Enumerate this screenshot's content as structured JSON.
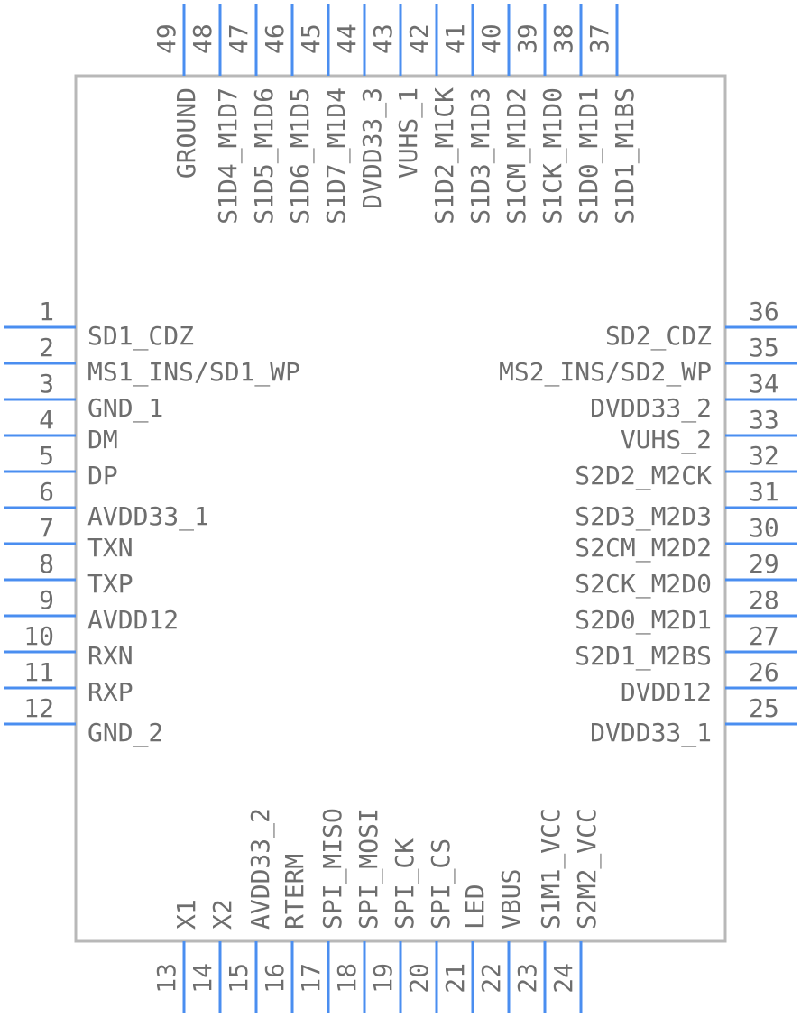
{
  "colors": {
    "pin": "#4a8ef0",
    "body_outline": "#b8b8b8",
    "text": "#6e6e6e"
  },
  "pins": {
    "left": [
      {
        "num": "1",
        "name": "SD1_CDZ"
      },
      {
        "num": "2",
        "name": "MS1_INS/SD1_WP"
      },
      {
        "num": "3",
        "name": "GND_1"
      },
      {
        "num": "4",
        "name": "DM"
      },
      {
        "num": "5",
        "name": "DP"
      },
      {
        "num": "6",
        "name": "AVDD33_1"
      },
      {
        "num": "7",
        "name": "TXN"
      },
      {
        "num": "8",
        "name": "TXP"
      },
      {
        "num": "9",
        "name": "AVDD12"
      },
      {
        "num": "10",
        "name": "RXN"
      },
      {
        "num": "11",
        "name": "RXP"
      },
      {
        "num": "12",
        "name": "GND_2"
      }
    ],
    "right": [
      {
        "num": "36",
        "name": "SD2_CDZ"
      },
      {
        "num": "35",
        "name": "MS2_INS/SD2_WP"
      },
      {
        "num": "34",
        "name": "DVDD33_2"
      },
      {
        "num": "33",
        "name": "VUHS_2"
      },
      {
        "num": "32",
        "name": "S2D2_M2CK"
      },
      {
        "num": "31",
        "name": "S2D3_M2D3"
      },
      {
        "num": "30",
        "name": "S2CM_M2D2"
      },
      {
        "num": "29",
        "name": "S2CK_M2D0"
      },
      {
        "num": "28",
        "name": "S2D0_M2D1"
      },
      {
        "num": "27",
        "name": "S2D1_M2BS"
      },
      {
        "num": "26",
        "name": "DVDD12"
      },
      {
        "num": "25",
        "name": "DVDD33_1"
      }
    ],
    "top": [
      {
        "num": "49",
        "name": ""
      },
      {
        "num": "48",
        "name": "GROUND"
      },
      {
        "num": "47",
        "name": "S1D4_M1D7"
      },
      {
        "num": "46",
        "name": "S1D5_M1D6"
      },
      {
        "num": "45",
        "name": "S1D6_M1D5"
      },
      {
        "num": "44",
        "name": "S1D7_M1D4"
      },
      {
        "num": "43",
        "name": "DVDD33_3"
      },
      {
        "num": "42",
        "name": "VUHS_1"
      },
      {
        "num": "41",
        "name": "S1D2_M1CK"
      },
      {
        "num": "40",
        "name": "S1D3_M1D3"
      },
      {
        "num": "39",
        "name": "S1CM_M1D2"
      },
      {
        "num": "38",
        "name": "S1CK_M1D0"
      },
      {
        "num": "37",
        "name": "S1D0_M1D1"
      },
      {
        "num": "",
        "name": "S1D1_M1BS"
      }
    ],
    "bottom": [
      {
        "num": "13",
        "name": "X1"
      },
      {
        "num": "14",
        "name": "X2"
      },
      {
        "num": "15",
        "name": "AVDD33_2"
      },
      {
        "num": "16",
        "name": "RTERM"
      },
      {
        "num": "17",
        "name": "SPI_MISO"
      },
      {
        "num": "18",
        "name": "SPI_MOSI"
      },
      {
        "num": "19",
        "name": "SPI_CK"
      },
      {
        "num": "20",
        "name": "SPI_CS"
      },
      {
        "num": "21",
        "name": "LED"
      },
      {
        "num": "22",
        "name": "VBUS"
      },
      {
        "num": "23",
        "name": "S1M1_VCC"
      },
      {
        "num": "24",
        "name": "S2M2_VCC"
      }
    ]
  }
}
